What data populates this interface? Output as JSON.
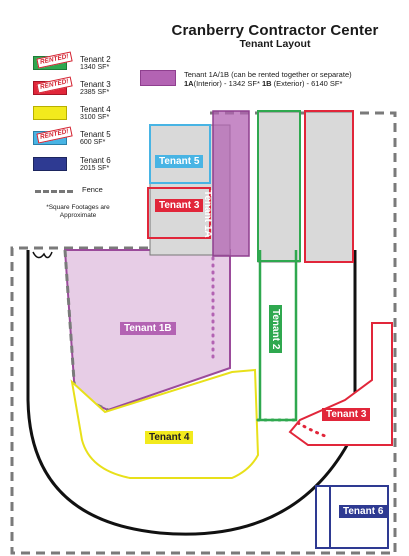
{
  "header": {
    "title": "Cranberry Contractor Center",
    "subtitle": "Tenant Layout"
  },
  "legend": {
    "items": [
      {
        "name": "Tenant 2",
        "sf": "1340 SF*",
        "badge": "RENTED!",
        "color": "#2fa84f",
        "border": "#1f7a37"
      },
      {
        "name": "Tenant 3",
        "sf": "2385 SF*",
        "badge": "RENTED!",
        "color": "#e1263a",
        "border": "#a51526"
      },
      {
        "name": "Tenant 4",
        "sf": "3100 SF*",
        "badge": "",
        "color": "#f2ea1d",
        "border": "#b8b000"
      },
      {
        "name": "Tenant 5",
        "sf": "600 SF*",
        "badge": "RENTED!",
        "color": "#48b4e4",
        "border": "#2a7fa8"
      },
      {
        "name": "Tenant 6",
        "sf": "2015 SF*",
        "badge": "",
        "color": "#2e3a92",
        "border": "#1c255e"
      }
    ],
    "fence_label": "Fence",
    "note": "*Square Footages are Approximate",
    "tenant1": {
      "line1": "Tenant 1A/1B (can be rented together or separate)",
      "line2_bold_1": "1A",
      "line2_text_1": "(Interior) - 1342 SF* ",
      "line2_bold_2": "1B",
      "line2_text_2": " (Exterior) - 6140 SF*",
      "color": "#b363b3"
    }
  },
  "map": {
    "labels": {
      "tenant5": "Tenant 5",
      "tenant3_building": "Tenant 3",
      "tenant1a": "Tenant 1A",
      "tenant1b": "Tenant 1B",
      "tenant2": "Tenant 2",
      "tenant3_yard": "Tenant 3",
      "tenant4": "Tenant 4",
      "tenant6": "Tenant 6"
    },
    "colors": {
      "fence": "#7a7a7a",
      "road": "#111111",
      "building_fill": "#d9d9d9",
      "tenant1b_fill": "#e7cde6",
      "tenant1b_border": "#9b4b9b"
    }
  }
}
